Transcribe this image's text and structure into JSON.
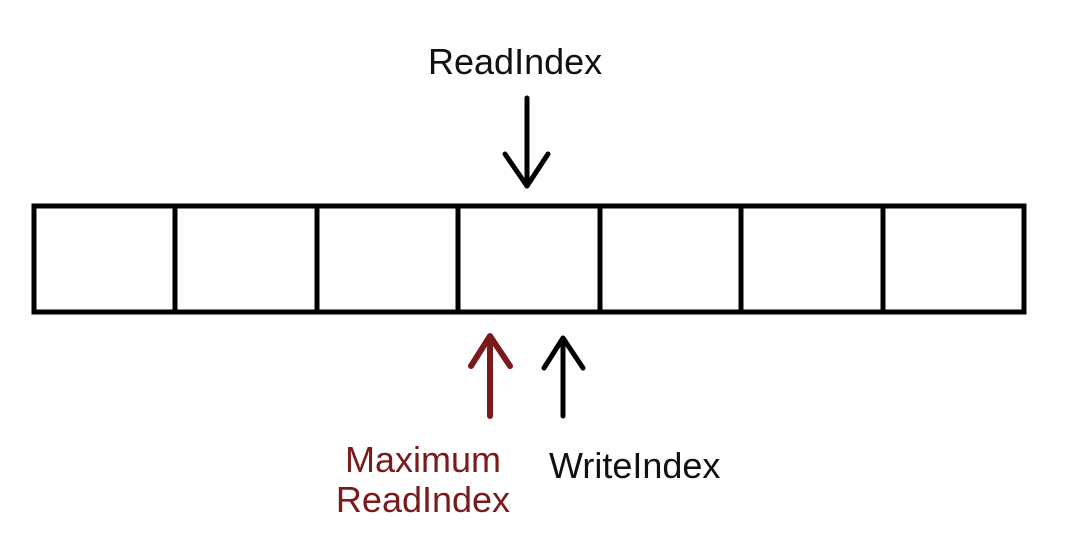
{
  "buffer": {
    "cell_count": 7
  },
  "labels": {
    "read_index": "ReadIndex",
    "maximum_read_index_line1": "Maximum",
    "maximum_read_index_line2": "ReadIndex",
    "write_index": "WriteIndex"
  },
  "colors": {
    "default": "#111111",
    "maximum_read_index": "#7a1a1a"
  },
  "icons": {
    "read_pointer": "arrow-down-icon",
    "maximum_read_pointer": "arrow-up-icon",
    "write_pointer": "arrow-up-icon"
  }
}
